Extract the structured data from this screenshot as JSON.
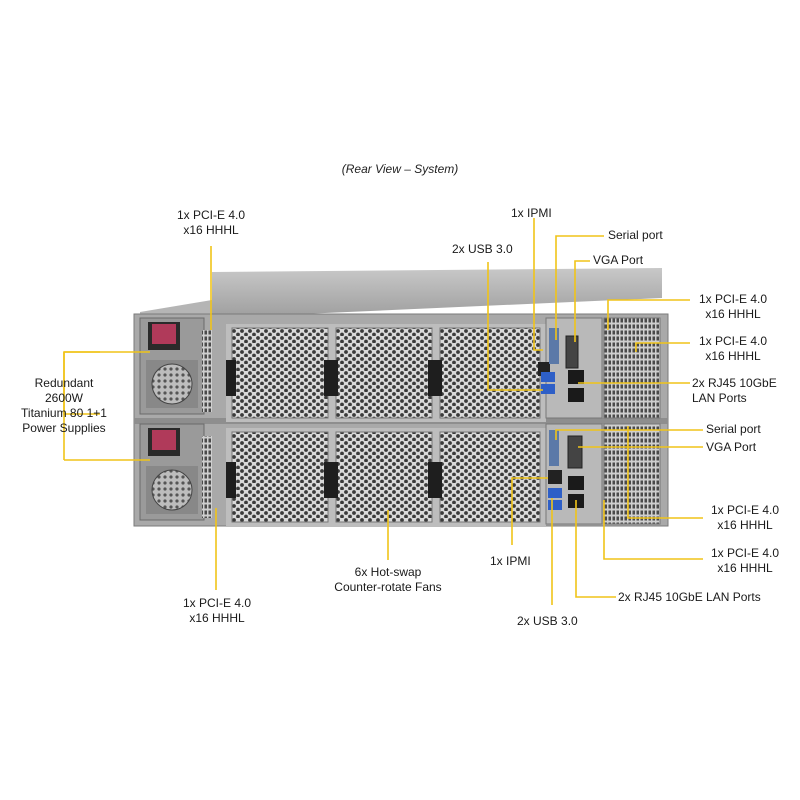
{
  "caption": "(Rear View – System)",
  "colors": {
    "callout": "#f0c419",
    "chassis": "#a8a8a8",
    "background": "#ffffff"
  },
  "labels": {
    "pcie_top_left": [
      "1x PCI-E 4.0",
      "x16 HHHL"
    ],
    "ipmi_top": "1x IPMI",
    "usb_top": "2x USB 3.0",
    "serial_top": "Serial port",
    "vga_top": "VGA Port",
    "pcie_right_1": [
      "1x PCI-E 4.0",
      "x16 HHHL"
    ],
    "pcie_right_2": [
      "1x PCI-E 4.0",
      "x16 HHHL"
    ],
    "lan_top": [
      "2x RJ45 10GbE",
      "LAN Ports"
    ],
    "psu": [
      "Redundant",
      "2600W",
      "Titanium  80 1+1",
      "Power Supplies"
    ],
    "serial_bottom": "Serial port",
    "vga_bottom": "VGA Port",
    "pcie_right_3": [
      "1x PCI-E 4.0",
      "x16 HHHL"
    ],
    "pcie_right_4": [
      "1x PCI-E 4.0",
      "x16 HHHL"
    ],
    "ipmi_bottom": "1x IPMI",
    "lan_bottom": "2x RJ45 10GbE LAN Ports",
    "usb_bottom": "2x USB 3.0",
    "fans": [
      "6x Hot-swap",
      "Counter-rotate  Fans"
    ],
    "pcie_bottom_left": [
      "1x PCI-E 4.0",
      "x16 HHHL"
    ]
  }
}
